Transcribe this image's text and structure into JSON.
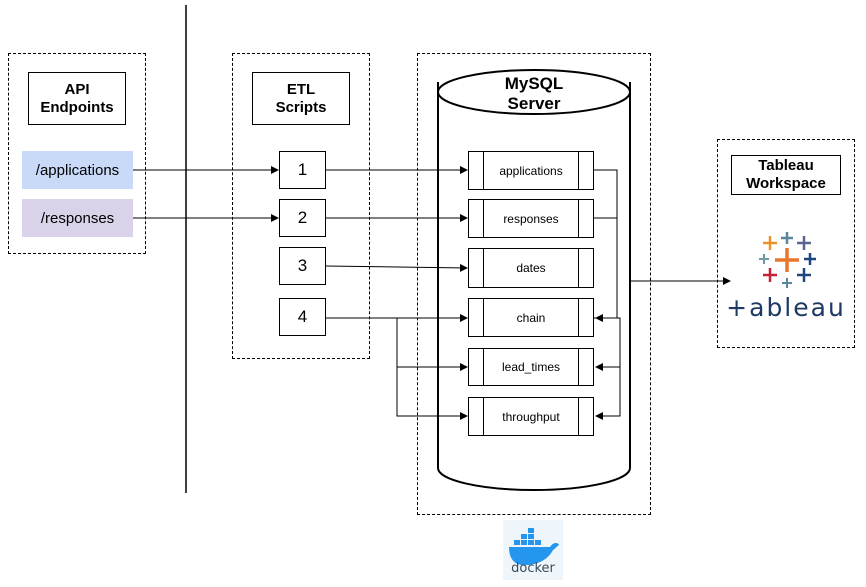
{
  "api_group": {
    "title": "API\nEndpoints",
    "endpoints": [
      {
        "label": "/applications",
        "color": "#c9daf8"
      },
      {
        "label": "/responses",
        "color": "#d9d2e9"
      }
    ]
  },
  "etl_group": {
    "title": "ETL\nScripts",
    "scripts": [
      "1",
      "2",
      "3",
      "4"
    ]
  },
  "mysql_group": {
    "title": "MySQL\nServer",
    "tables": [
      "applications",
      "responses",
      "dates",
      "chain",
      "lead_times",
      "throughput"
    ]
  },
  "tableau_group": {
    "title": "Tableau\nWorkspace",
    "logo_text": "+ableau",
    "logo_colors": [
      "#e8762d",
      "#59879b",
      "#c72037",
      "#1f457e",
      "#5b6591",
      "#eb912b",
      "#7099a6"
    ]
  },
  "docker": {
    "logo_text": "docker",
    "logo_color": "#2496ed"
  }
}
